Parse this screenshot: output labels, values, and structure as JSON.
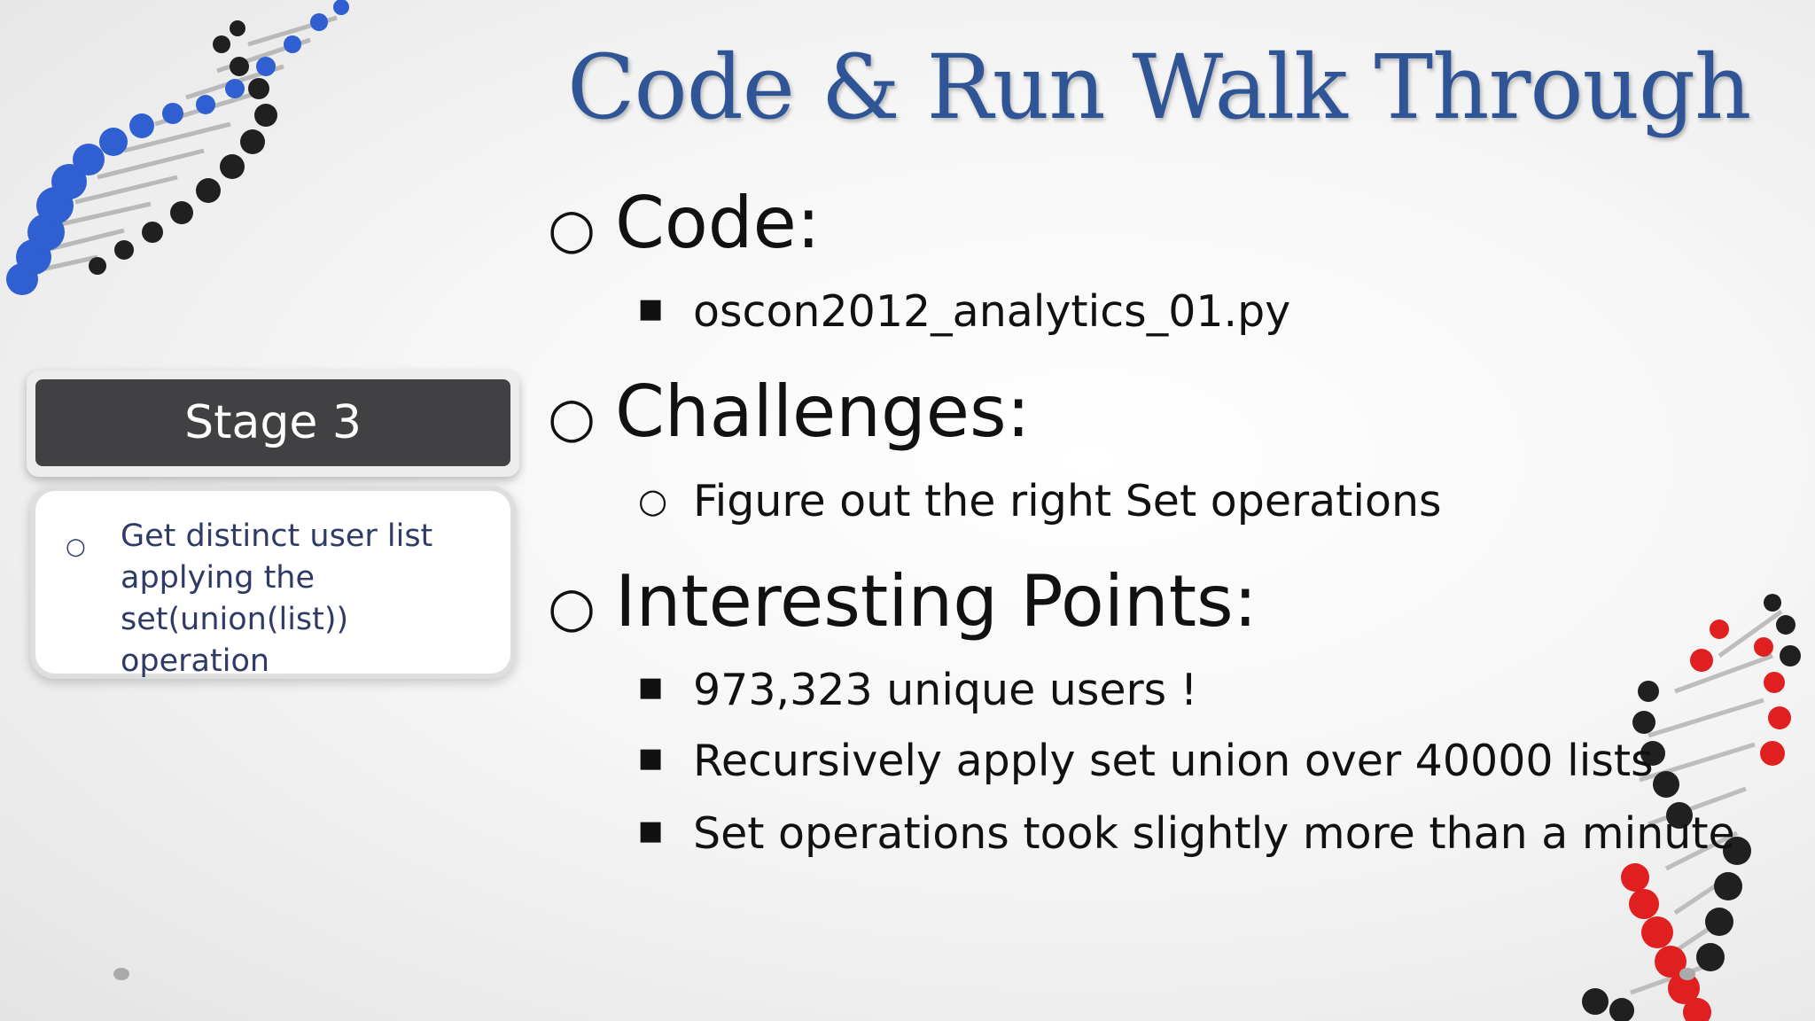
{
  "slide": {
    "title": "Code & Run Walk Through",
    "sections": [
      {
        "heading": "Code:",
        "items": [
          "oscon2012_analytics_01.py"
        ]
      },
      {
        "heading": "Challenges:",
        "items": [
          "Figure out the right Set operations"
        ]
      },
      {
        "heading": "Interesting Points:",
        "items": [
          "973,323 unique users !",
          "Recursively apply set union over 40000 lists",
          "Set operations took slightly more than a minute"
        ]
      }
    ],
    "bullets": {
      "level1": "○",
      "square": "■",
      "circle": "○"
    }
  },
  "stage_box": {
    "label": "Stage 3",
    "bullet": "○",
    "text": "Get distinct user list applying the set(union(list)) operation"
  },
  "colors": {
    "title": "#2f5596",
    "stage_header": "#414042",
    "stage_text": "#2f3b66",
    "dna_top": "#2f5fd0",
    "dna_bottom": "#e02020"
  },
  "decorations": [
    "dna-helix-blue",
    "dna-helix-red"
  ]
}
